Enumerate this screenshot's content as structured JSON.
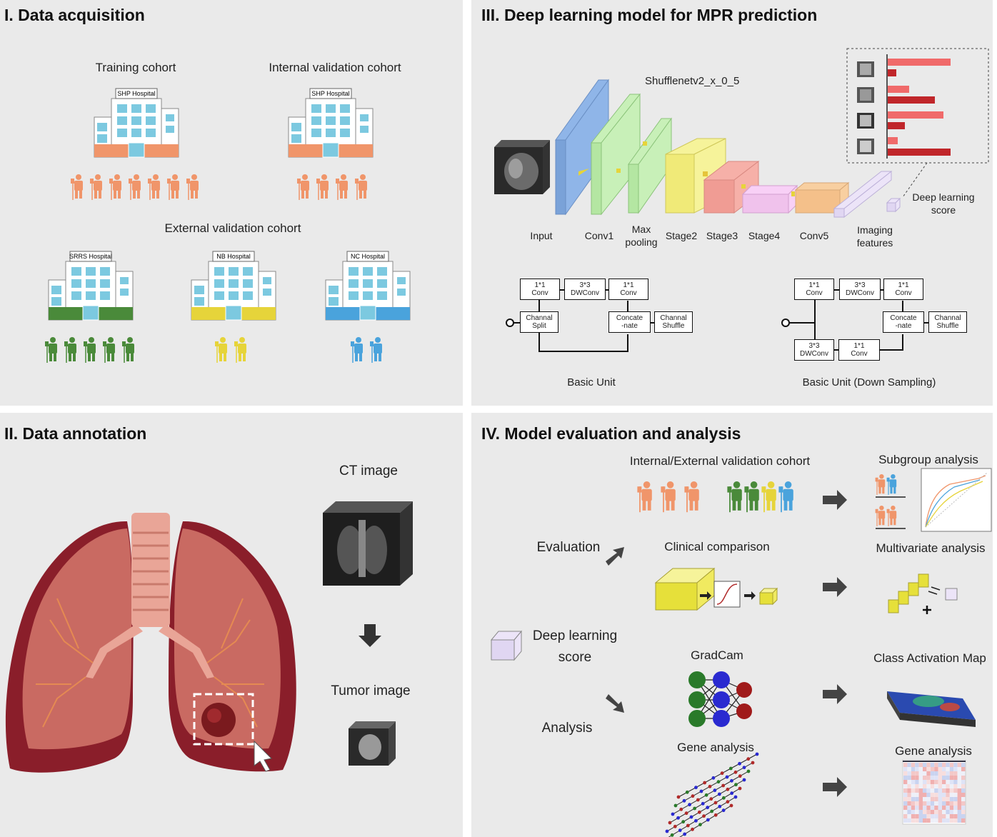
{
  "colors": {
    "panel_bg": "#eaeaea",
    "orange": "#f0956a",
    "green": "#4a8a3a",
    "yellow": "#e6d43a",
    "blue": "#4aa3dc",
    "window": "#7cc9e0"
  },
  "panel1": {
    "title": "I. Data acquisition",
    "training": "Training cohort",
    "internal": "Internal validation cohort",
    "external": "External validation cohort",
    "h_shp1": "SHP Hospital",
    "h_shp2": "SHP Hospital",
    "h_srrs": "SRRS Hospital",
    "h_nb": "NB Hospital",
    "h_nc": "NC Hospital"
  },
  "panel2": {
    "title": "II. Data annotation",
    "ct": "CT image",
    "tumor": "Tumor image"
  },
  "panel3": {
    "title": "III. Deep learning model for MPR prediction",
    "model": "Shufflenetv2_x_0_5",
    "input": "Input",
    "conv1": "Conv1",
    "maxpool1": "Max",
    "maxpool2": "pooling",
    "stage2": "Stage2",
    "stage3": "Stage3",
    "stage4": "Stage4",
    "conv5": "Conv5",
    "imaging1": "Imaging",
    "imaging2": "features",
    "dls1": "Deep learning",
    "dls2": "score",
    "basic_unit": "Basic Unit",
    "basic_unit_ds": "Basic Unit (Down Sampling)",
    "b_conv11a_1": "1*1",
    "b_conv11a_2": "Conv",
    "b_dw_1": "3*3",
    "b_dw_2": "DWConv",
    "b_conv11b_1": "1*1",
    "b_conv11b_2": "Conv",
    "b_split_1": "Channal",
    "b_split_2": "Split",
    "b_concat_1": "Concate",
    "b_concat_2": "-nate",
    "b_shuffle_1": "Channal",
    "b_shuffle_2": "Shuffle",
    "d_conv11a_1": "1*1",
    "d_conv11a_2": "Conv",
    "d_dw_1": "3*3",
    "d_dw_2": "DWConv",
    "d_conv11b_1": "1*1",
    "d_conv11b_2": "Conv",
    "d_concat_1": "Concate",
    "d_concat_2": "-nate",
    "d_shuffle_1": "Channal",
    "d_shuffle_2": "Shuffle",
    "d_dw2_1": "3*3",
    "d_dw2_2": "DWConv",
    "d_conv11c_1": "1*1",
    "d_conv11c_2": "Conv"
  },
  "panel4": {
    "title": "IV. Model evaluation and analysis",
    "ivc": "Internal/External validation cohort",
    "subgroup": "Subgroup analysis",
    "evaluation": "Evaluation",
    "clinical": "Clinical comparison",
    "multivariate": "Multivariate analysis",
    "dls1": "Deep learning",
    "dls2": "score",
    "gradcam": "GradCam",
    "cam": "Class Activation Map",
    "analysis": "Analysis",
    "gene1": "Gene analysis",
    "gene2": "Gene analysis"
  }
}
